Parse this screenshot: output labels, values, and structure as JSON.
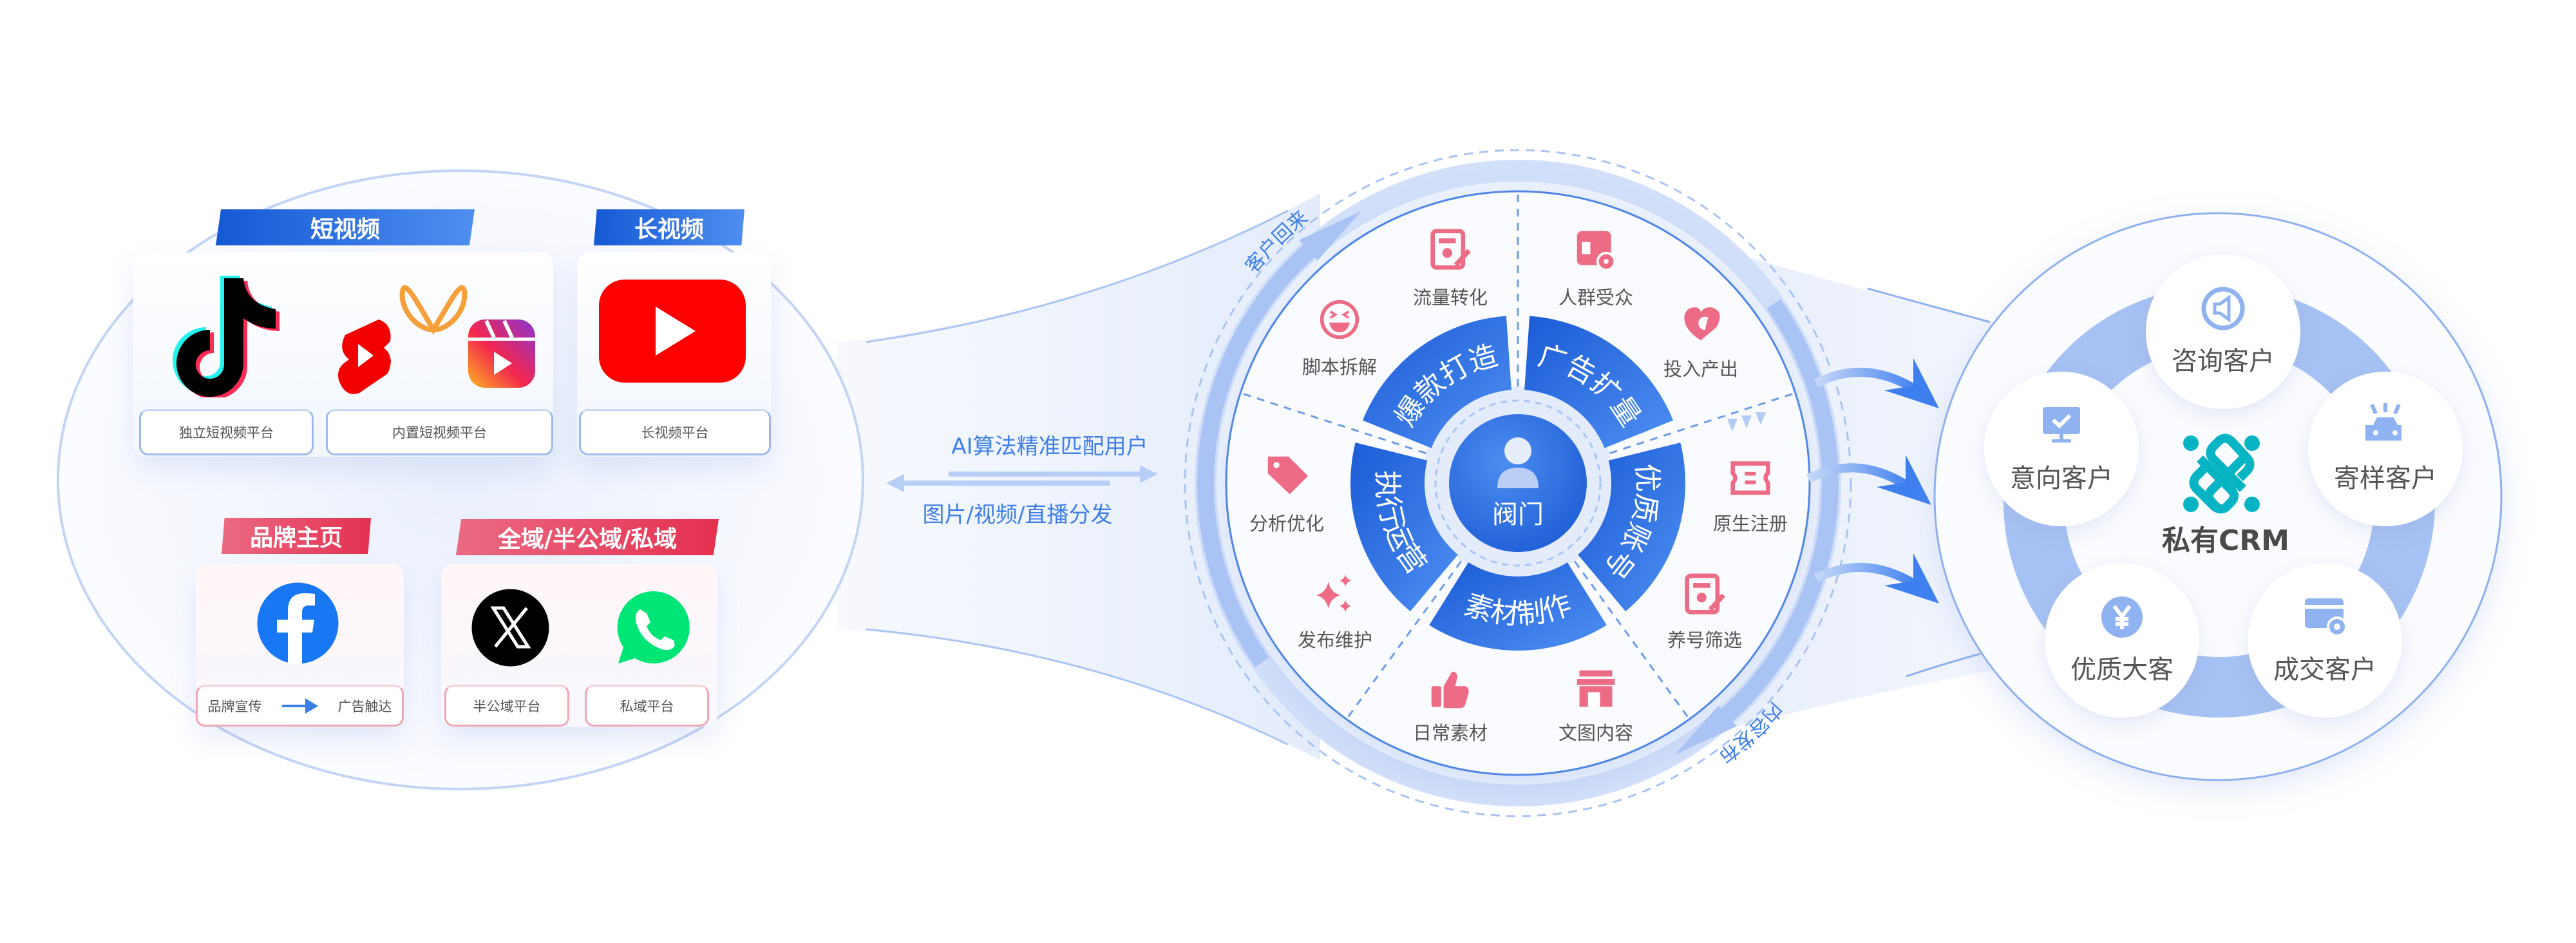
{
  "left": {
    "short_video": {
      "title": "短视频",
      "labels": [
        "独立短视频平台",
        "内置短视频平台"
      ]
    },
    "long_video": {
      "title": "长视频",
      "label": "长视频平台"
    },
    "brand": {
      "title": "品牌主页",
      "label_from": "品牌宣传",
      "label_to": "广告触达"
    },
    "domains": {
      "title": "全域/半公域/私域",
      "labels": [
        "半公域平台",
        "私域平台"
      ]
    }
  },
  "flow": {
    "ai_text": "AI算法精准匹配用户",
    "distribute_text": "图片/视频/直播分发"
  },
  "middle": {
    "center_label": "阀门",
    "segments": [
      "爆款打造",
      "广告扩量",
      "优质账号",
      "素材制作",
      "执行运营"
    ],
    "arc_labels": [
      "客户回来",
      "内容发布"
    ],
    "items": [
      {
        "label": "流量转化",
        "icon": "edit-doc-icon"
      },
      {
        "label": "人群受众",
        "icon": "audience-settings-icon"
      },
      {
        "label": "脚本拆解",
        "icon": "laugh-face-icon"
      },
      {
        "label": "投入产出",
        "icon": "heart-chat-icon"
      },
      {
        "label": "分析优化",
        "icon": "tag-icon"
      },
      {
        "label": "原生注册",
        "icon": "ticket-icon"
      },
      {
        "label": "发布维护",
        "icon": "sparkle-icon"
      },
      {
        "label": "养号筛选",
        "icon": "edit-doc-icon"
      },
      {
        "label": "日常素材",
        "icon": "thumbs-up-icon"
      },
      {
        "label": "文图内容",
        "icon": "store-icon"
      }
    ]
  },
  "right": {
    "center_label": "私有CRM",
    "bubbles": [
      {
        "label": "咨询客户",
        "icon": "speaker-icon"
      },
      {
        "label": "意向客户",
        "icon": "monitor-check-icon"
      },
      {
        "label": "寄样客户",
        "icon": "car-alert-icon"
      },
      {
        "label": "优质大客",
        "icon": "yen-icon"
      },
      {
        "label": "成交客户",
        "icon": "card-settings-icon"
      }
    ]
  },
  "colors": {
    "blue": "#2f6fe0",
    "pink": "#ee6b85",
    "teal": "#06b4c4",
    "bubble_icon": "#8fb2f0",
    "text": "#555555"
  }
}
